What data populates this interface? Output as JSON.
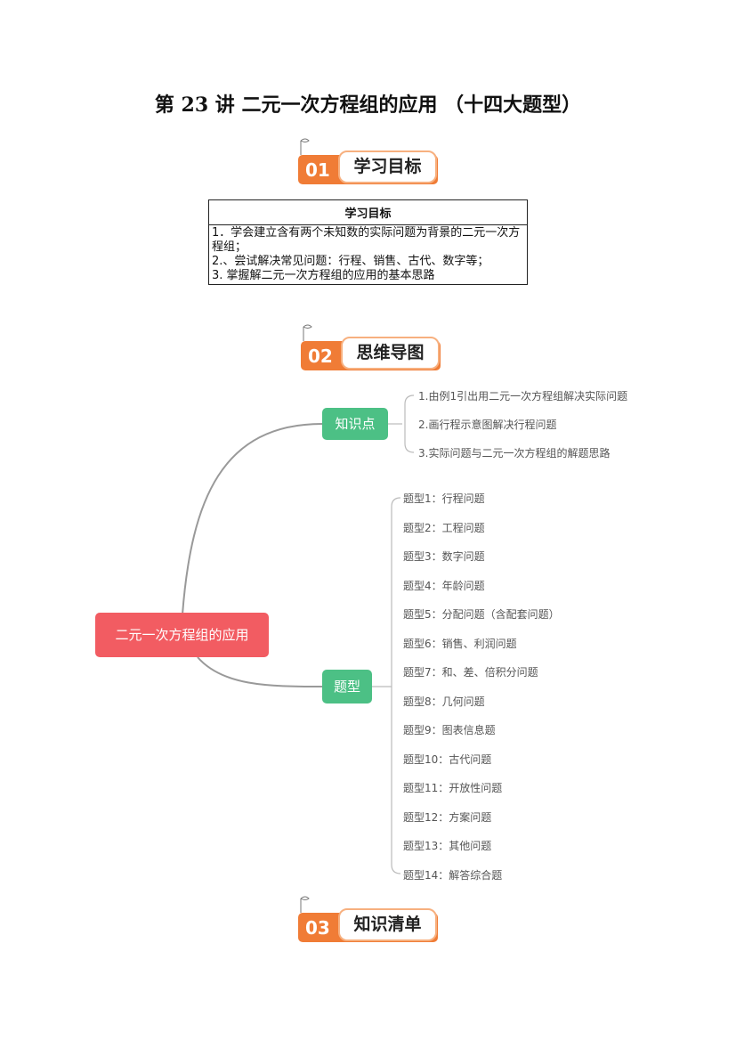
{
  "title": "第 23 讲  二元一次方程组的应用  （十四大题型）",
  "sections": [
    {
      "num": "01",
      "label": "学习目标"
    },
    {
      "num": "02",
      "label": "思维导图"
    },
    {
      "num": "03",
      "label": "知识清单"
    }
  ],
  "goals_table": {
    "header": "学习目标",
    "rows": [
      "1．学会建立含有两个未知数的实际问题为背景的二元一次方程组；",
      "2.、尝试解决常见问题：行程、销售、古代、数字等；",
      "3. 掌握解二元一次方程组的应用的基本思路"
    ]
  },
  "mindmap": {
    "root": "二元一次方程组的应用",
    "colors": {
      "root": "#f25c62",
      "branch": "#4cc085"
    },
    "branches": [
      {
        "label": "知识点",
        "items": [
          "1.由例1引出用二元一次方程组解决实际问题",
          "2.画行程示意图解决行程问题",
          "3.实际问题与二元一次方程组的解题思路"
        ]
      },
      {
        "label": "题型",
        "items": [
          "题型1：行程问题",
          "题型2：工程问题",
          "题型3：数字问题",
          "题型4：年龄问题",
          "题型5：分配问题（含配套问题）",
          "题型6：销售、利润问题",
          "题型7：和、差、倍积分问题",
          "题型8：几何问题",
          "题型9：图表信息题",
          "题型10：古代问题",
          "题型11：开放性问题",
          "题型12：方案问题",
          "题型13：其他问题",
          "题型14：解答综合题"
        ]
      }
    ]
  }
}
